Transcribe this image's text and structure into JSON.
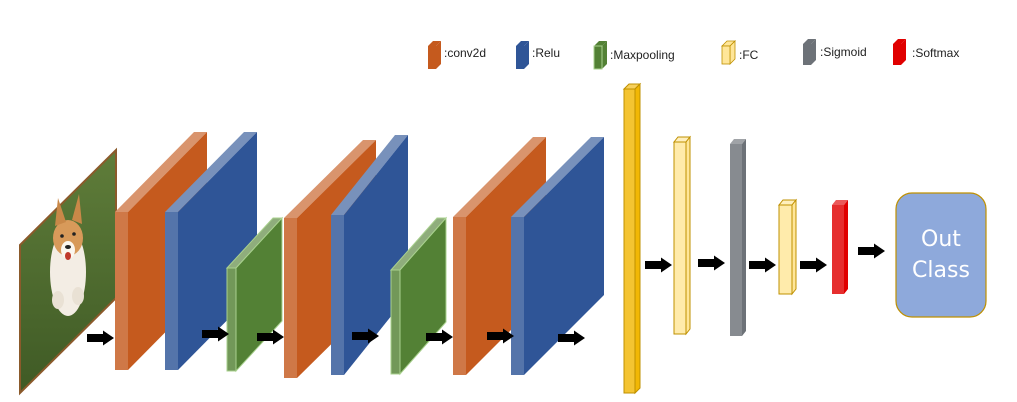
{
  "colors": {
    "conv2d": "#C55A1E",
    "relu": "#2F5597",
    "maxpooling": "#538135",
    "fc": "#FFE699",
    "sigmoid": "#6D7278",
    "softmax": "#E00000",
    "first_fc": "#F2B705",
    "output_box": "#8EA9DB",
    "arrow": "#000000"
  },
  "legend": {
    "conv2d": ":conv2d",
    "relu": ":Relu",
    "maxpooling": ":Maxpooling",
    "fc": ":FC",
    "sigmoid": ":Sigmoid",
    "softmax": ":Softmax"
  },
  "input_image": {
    "subject": "corgi-dog-photo"
  },
  "output": {
    "line1": "Out",
    "line2": "Class"
  }
}
